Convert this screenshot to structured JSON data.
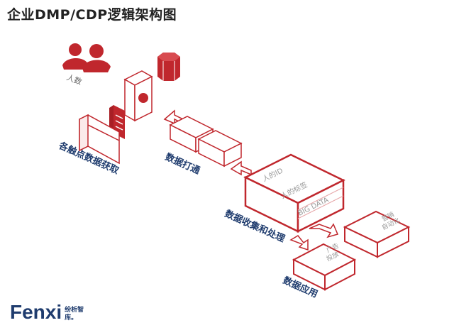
{
  "title": "企业DMP/CDP逻辑架构图",
  "logo": {
    "word": "Fenxi",
    "sub": "纷析智库。"
  },
  "colors": {
    "red": "#c0272d",
    "navy": "#1f3c6e",
    "gray": "#666666"
  },
  "labels": {
    "people": "人数",
    "touchpoint": "各触点数据获取",
    "connect": "数据打通",
    "collect": "数据收集和处理",
    "apply": "数据应用"
  },
  "bigbox": {
    "layer1": "人的ID",
    "layer2": "人的标签",
    "layer3": "BIG DATA"
  },
  "apps": {
    "ad": "广告投放",
    "marketing": "营销自动化"
  }
}
